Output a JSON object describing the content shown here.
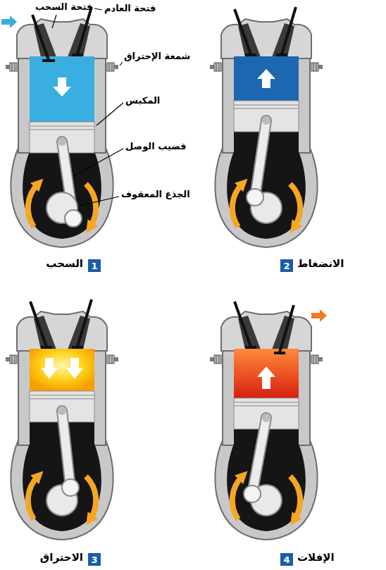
{
  "diagram": {
    "nodes": [
      {
        "text": [
          "1"
        ]
      },
      {
        "text": [
          "2"
        ]
      },
      {
        "text": [
          "3"
        ]
      },
      {
        "text": [
          "4"
        ]
      }
    ],
    "labels": [
      "فتحة السحب",
      "فتحة العادم",
      "شمعة الإحتراق",
      "المكبس",
      "قضيب الوصل",
      "الجذع المعقوف",
      "السحب",
      "الانضغاط",
      "الاحتراق",
      "الإفلات"
    ]
  }
}
